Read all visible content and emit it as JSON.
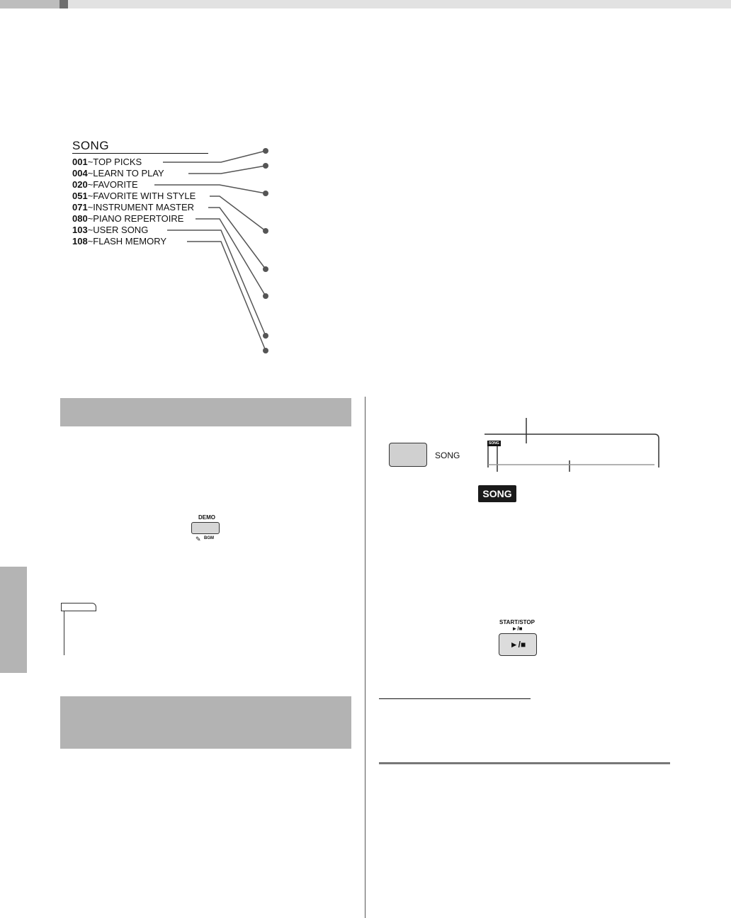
{
  "song_list": {
    "title": "SONG",
    "rows": [
      {
        "num": "001",
        "tilde": "~",
        "label": "TOP PICKS"
      },
      {
        "num": "004",
        "tilde": "~",
        "label": "LEARN TO PLAY"
      },
      {
        "num": "020",
        "tilde": "~",
        "label": "FAVORITE"
      },
      {
        "num": "051",
        "tilde": "~",
        "label": "FAVORITE WITH STYLE"
      },
      {
        "num": "071",
        "tilde": "~",
        "label": "INSTRUMENT MASTER"
      },
      {
        "num": "080",
        "tilde": "~",
        "label": "PIANO REPERTOIRE"
      },
      {
        "num": "103",
        "tilde": "~",
        "label": "USER SONG"
      },
      {
        "num": "108",
        "tilde": "~",
        "label": "FLASH MEMORY"
      }
    ]
  },
  "demo_button": {
    "label": "DEMO",
    "sub_label": "BGM",
    "icon": "pencil-icon"
  },
  "song_button": {
    "label": "SONG"
  },
  "lcd": {
    "tag": "SONG"
  },
  "song_indicator": {
    "label": "SONG"
  },
  "start_stop": {
    "label_line1": "START/STOP",
    "label_line2": "►/■",
    "button_glyph": "►/■"
  },
  "colors": {
    "banner": "#b3b3b3",
    "side_tab": "#b4b4b4",
    "indicator_bg": "#1a1a1a"
  }
}
